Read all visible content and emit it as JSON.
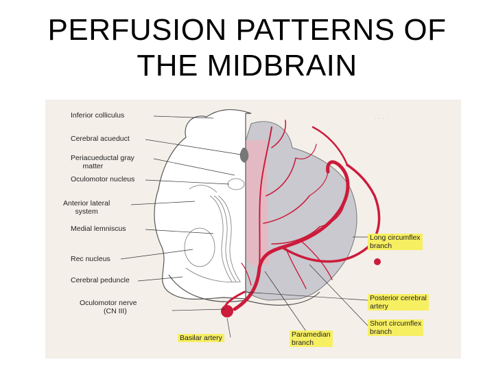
{
  "title": {
    "line1": "PERFUSION PATTERNS OF",
    "line2": "THE MIDBRAIN"
  },
  "diagram": {
    "left_labels": [
      "Inferior colliculus",
      "Cerebral acueduct",
      "Periacueductal gray\n      matter",
      "Oculomotor nucleus",
      "Anterior lateral\n      system",
      "Medial lemniscus",
      "Rec nucleus",
      "Cerebral peduncle",
      "Oculomotor nerve\n            (CN III)"
    ],
    "bottom_labels": {
      "basilar": "Basilar artery",
      "paramedian": "Paramedian\nbranch"
    },
    "right_labels": {
      "long_circumflex": "Long circumflex\nbranch",
      "posterior_cerebral": "Posterior cerebral\nartery",
      "short_circumflex": "Short circumflex\nbranch"
    },
    "colors": {
      "artery": "#cc1b3b",
      "territory": "#c9c9cf",
      "highlight": "#f7ef62",
      "background": "#f4efe9"
    }
  }
}
